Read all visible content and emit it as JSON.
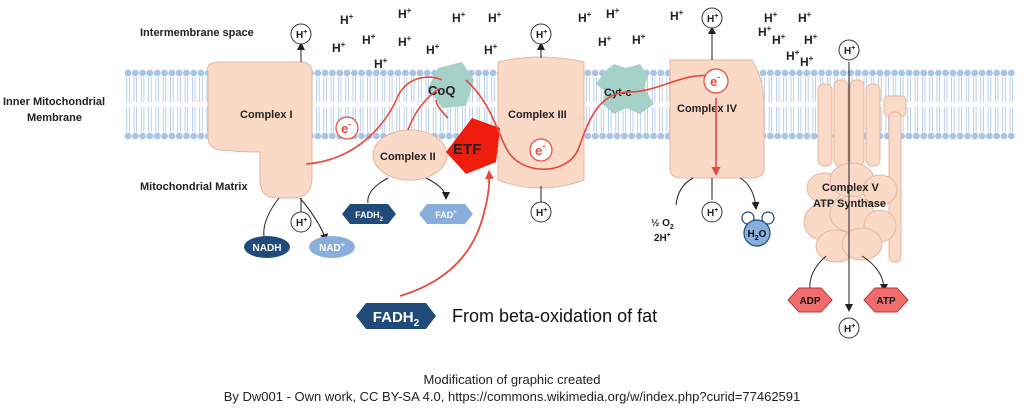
{
  "labels": {
    "intermembrane": "Intermembrane space",
    "membrane_line1": "Inner Mitochondrial",
    "membrane_line2": "Membrane",
    "matrix": "Mitochondrial Matrix"
  },
  "complexes": {
    "c1": "Complex I",
    "c2": "Complex II",
    "c3": "Complex III",
    "c4": "Complex IV",
    "c5_line1": "Complex V",
    "c5_line2": "ATP Synthase"
  },
  "carriers": {
    "coq": "CoQ",
    "cytc": "Cyt-c",
    "etf": "ETF"
  },
  "proton": {
    "base": "H",
    "sup": "+"
  },
  "electron": {
    "base": "e",
    "sup": "-"
  },
  "molecules": {
    "nadh": "NADH",
    "nad_base": "NAD",
    "nad_sup": "+",
    "fadh_base": "FADH",
    "fadh_sub": "2",
    "fad_base": "FAD",
    "fad_sup": "+",
    "adp": "ADP",
    "atp": "ATP",
    "h2o_h": "H",
    "h2o_sub": "2",
    "h2o_o": "O",
    "o2_frac": "½ O",
    "o2_sub": "2",
    "twoh_base": "2H",
    "twoh_sup": "+"
  },
  "fadh_big": {
    "base": "FADH",
    "sub": "2",
    "text": "From beta-oxidation of fat"
  },
  "caption": {
    "line1": "Modification of graphic created",
    "line2": "By Dw001 - Own work, CC BY-SA 4.0, https://commons.wikimedia.org/w/index.php?curid=77462591"
  },
  "colors": {
    "membrane": "#a9c4e6",
    "protein": "#fbd9c7",
    "protein_stroke": "#e3b8a2",
    "carrier": "#a6d1c8",
    "etf": "#ee1c0c",
    "electron_red": "#e8483a",
    "navy": "#1f4a7a",
    "fad_blue": "#8aaedb",
    "atp_red": "#ef6d6d"
  }
}
